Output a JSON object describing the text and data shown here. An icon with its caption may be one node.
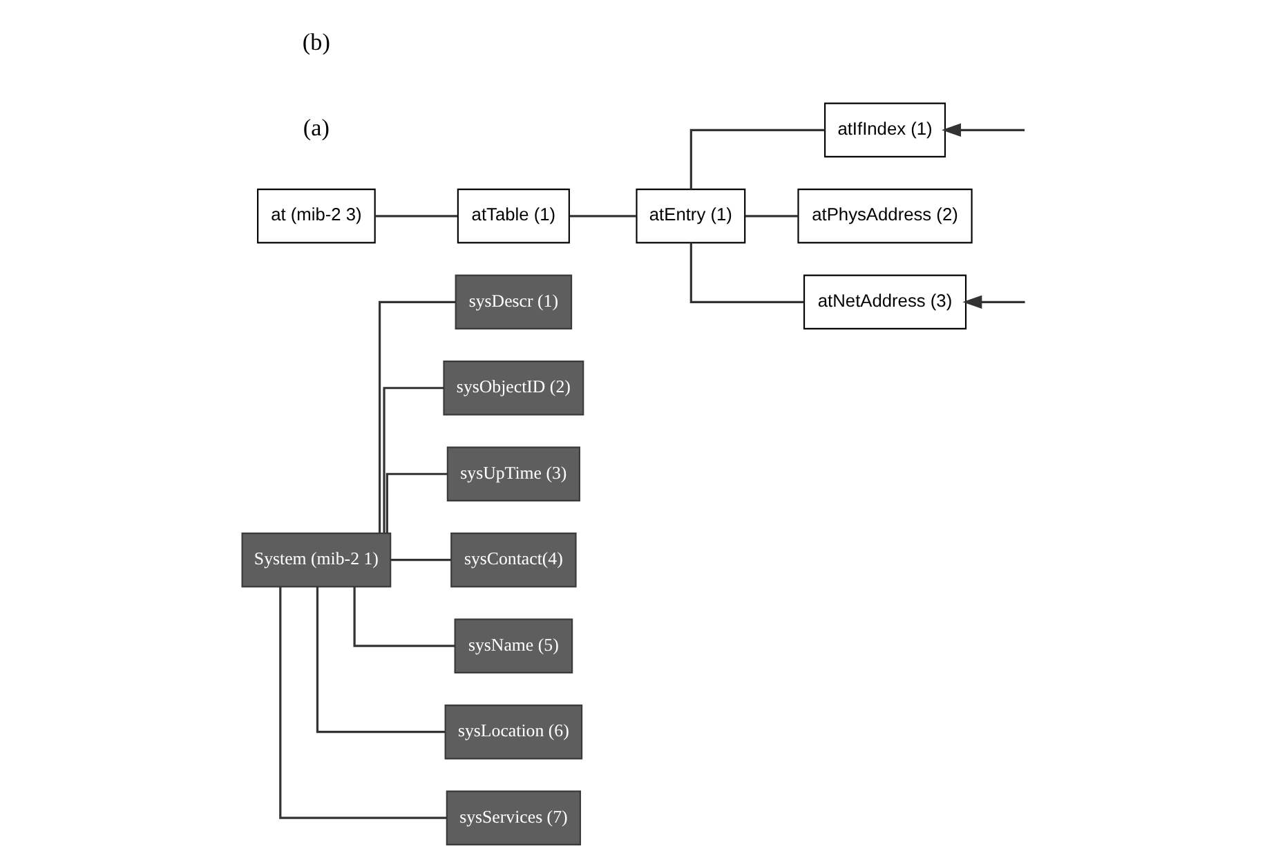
{
  "diagram": {
    "nodes": [
      {
        "text": [
          "System (mib-2 1)"
        ]
      },
      {
        "text": [
          "sysDescr (1)"
        ]
      },
      {
        "text": [
          "sysObjectID (2)"
        ]
      },
      {
        "text": [
          "sysUpTime (3)"
        ]
      },
      {
        "text": [
          "sysContact(4)"
        ]
      },
      {
        "text": [
          "sysName (5)"
        ]
      },
      {
        "text": [
          "sysLocation (6)"
        ]
      },
      {
        "text": [
          "sysServices (7)"
        ]
      },
      {
        "text": [
          "at (mib-2 3)"
        ]
      },
      {
        "text": [
          "atTable (1)"
        ]
      },
      {
        "text": [
          "atEntry (1)"
        ]
      },
      {
        "text": [
          "atIfIndex (1)"
        ]
      },
      {
        "text": [
          "atPhysAddress (2)"
        ]
      },
      {
        "text": [
          "atNetAddress (3)"
        ]
      }
    ],
    "edges": [
      {
        "from": 0,
        "to": 1,
        "arrow": "none"
      },
      {
        "from": 0,
        "to": 2,
        "arrow": "none"
      },
      {
        "from": 0,
        "to": 3,
        "arrow": "none"
      },
      {
        "from": 0,
        "to": 4,
        "arrow": "none"
      },
      {
        "from": 0,
        "to": 5,
        "arrow": "none"
      },
      {
        "from": 0,
        "to": 6,
        "arrow": "none"
      },
      {
        "from": 0,
        "to": 7,
        "arrow": "none"
      },
      {
        "from": 8,
        "to": 9,
        "arrow": "none"
      },
      {
        "from": 9,
        "to": 10,
        "arrow": "none"
      },
      {
        "from": 10,
        "to": 11,
        "arrow": "none"
      },
      {
        "from": 10,
        "to": 12,
        "arrow": "none"
      },
      {
        "from": 10,
        "to": 13,
        "arrow": "none"
      },
      {
        "from": null,
        "to": 11,
        "arrow": "to"
      },
      {
        "from": null,
        "to": 13,
        "arrow": "to"
      }
    ],
    "labels": [
      "(a)",
      "(b)"
    ]
  }
}
